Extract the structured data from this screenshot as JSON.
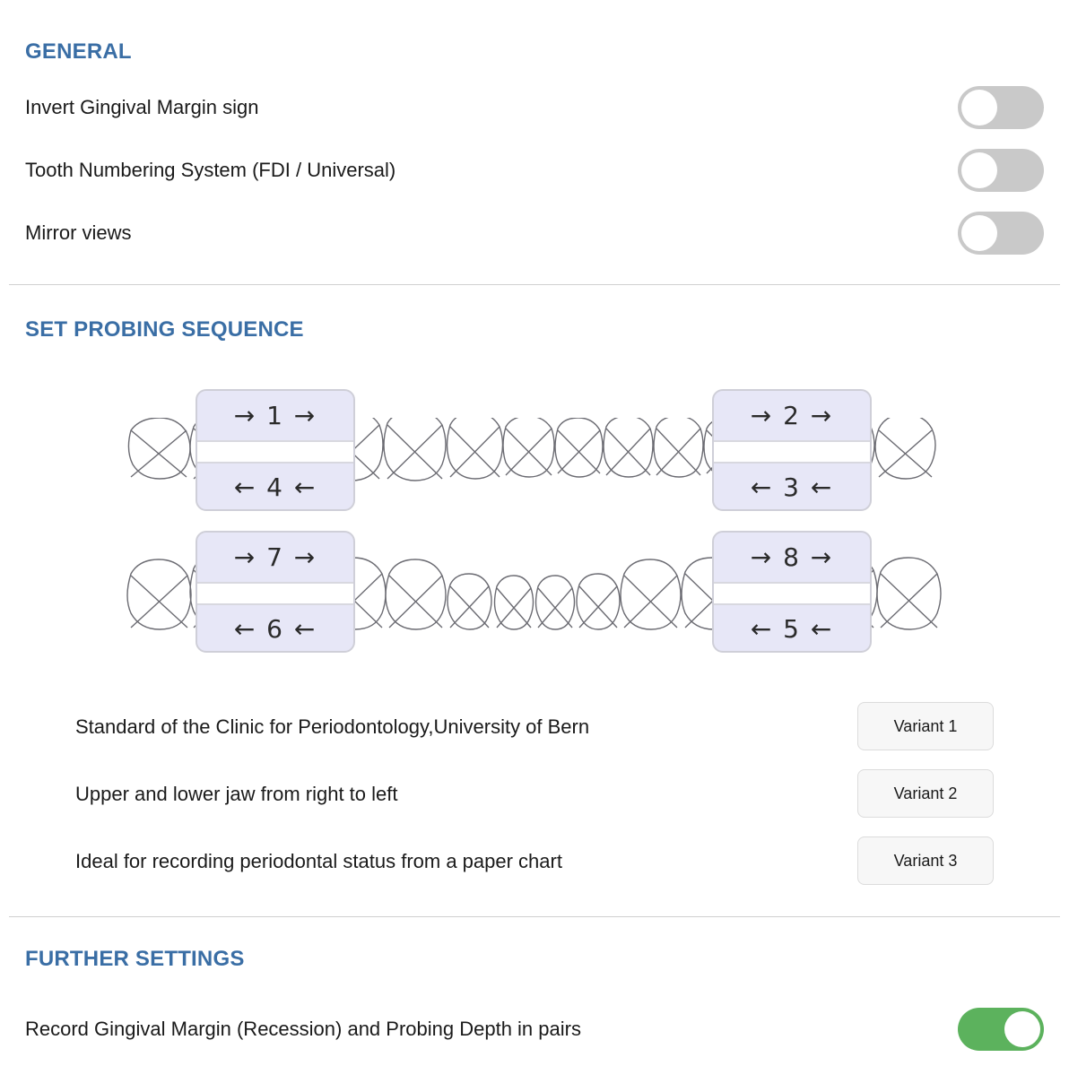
{
  "general": {
    "title": "GENERAL",
    "rows": [
      {
        "label": "Invert Gingival Margin sign",
        "state": "off"
      },
      {
        "label": "Tooth Numbering System (FDI / Universal)",
        "state": "off"
      },
      {
        "label": "Mirror views",
        "state": "off"
      }
    ]
  },
  "probing": {
    "title": "SET PROBING SEQUENCE",
    "sequence_boxes": [
      {
        "id": "upper-left-buccal",
        "label": "→ 1 →"
      },
      {
        "id": "upper-right-buccal",
        "label": "→ 2 →"
      },
      {
        "id": "upper-right-oral",
        "label": "← 3 ←"
      },
      {
        "id": "upper-left-oral",
        "label": "← 4 ←"
      },
      {
        "id": "lower-right-oral",
        "label": "← 5 ←"
      },
      {
        "id": "lower-left-oral",
        "label": "← 6 ←"
      },
      {
        "id": "lower-left-buccal",
        "label": "→ 7 →"
      },
      {
        "id": "lower-right-buccal",
        "label": "→ 8 →"
      }
    ],
    "variants": [
      {
        "text": "Standard of the Clinic for Periodontology,University of Bern",
        "button": "Variant 1"
      },
      {
        "text": "Upper and lower jaw from right to left",
        "button": "Variant 2"
      },
      {
        "text": "Ideal for recording periodontal status from a paper chart",
        "button": "Variant 3"
      }
    ]
  },
  "further": {
    "title": "FURTHER SETTINGS",
    "rows": [
      {
        "label": "Record Gingival Margin (Recession) and Probing Depth in pairs",
        "state": "on"
      }
    ]
  },
  "colors": {
    "heading": "#3a6ea5",
    "toggle_on": "#5cb25d",
    "toggle_off": "#c9c9c9",
    "highlight": "#e7e7f7",
    "tooth_outline": "#6b6b72"
  }
}
